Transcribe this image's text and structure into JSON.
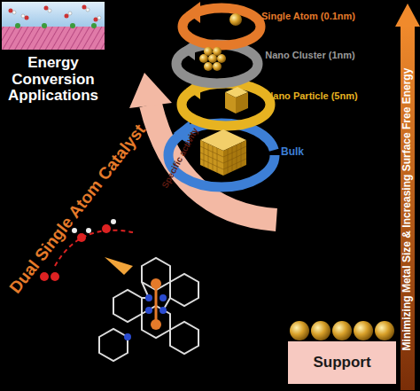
{
  "diagram": {
    "nodes": [
      {
        "text": [
          "Support"
        ]
      }
    ],
    "labels": [
      "Energy Conversion Applications",
      "Single Atom (0.1nm)",
      "Nano Cluster (1nm)",
      "Nano Particle (5nm)",
      "Bulk",
      "Specific activity",
      "Dual Single Atom Catalyst",
      "Minimizing Metal Size & Increasing Surface Free Energy"
    ]
  }
}
